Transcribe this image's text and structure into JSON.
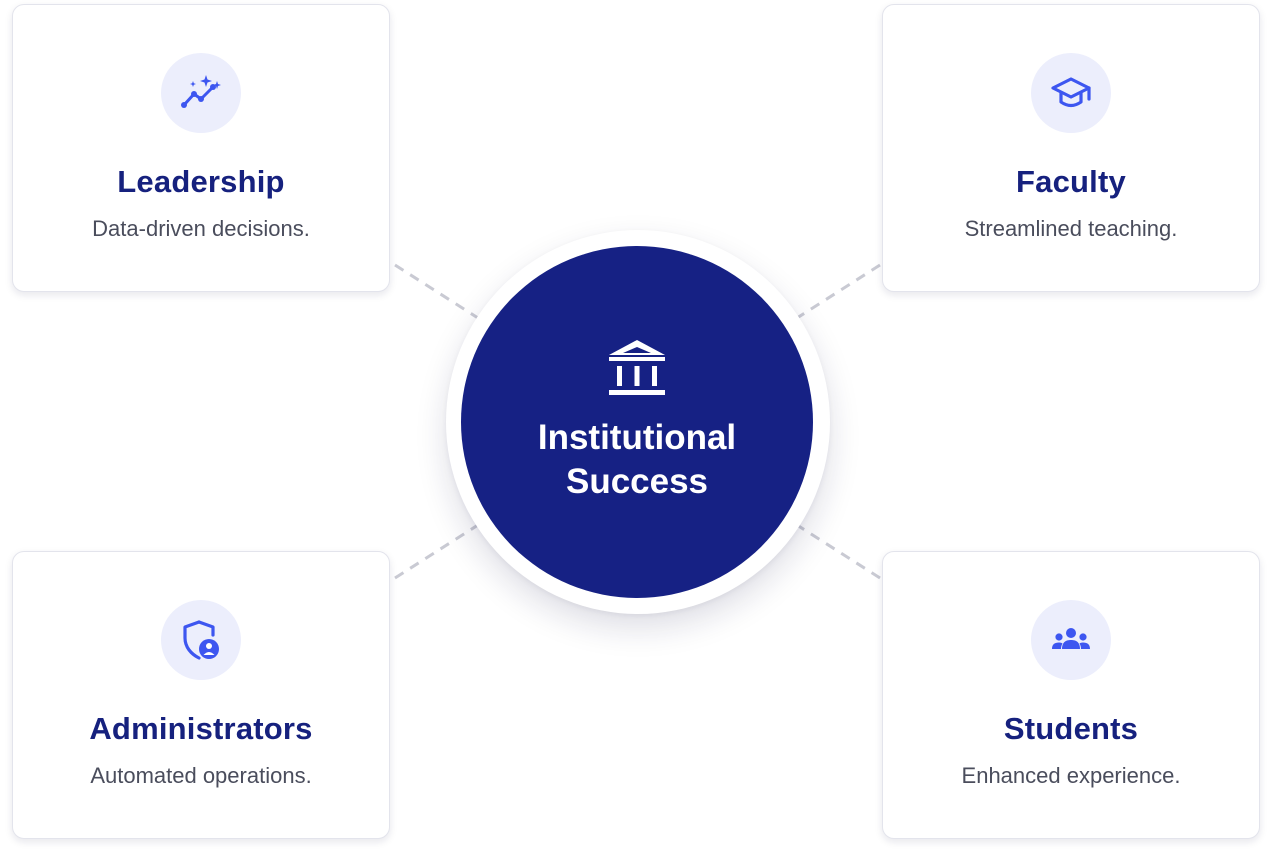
{
  "hub": {
    "title_line1": "Institutional",
    "title_line2": "Success",
    "icon": "institution-icon"
  },
  "cards": [
    {
      "id": "leadership",
      "title": "Leadership",
      "description": "Data-driven decisions.",
      "icon": "sparkle-trend-icon"
    },
    {
      "id": "faculty",
      "title": "Faculty",
      "description": "Streamlined teaching.",
      "icon": "graduation-cap-icon"
    },
    {
      "id": "administrators",
      "title": "Administrators",
      "description": "Automated operations.",
      "icon": "shield-user-icon"
    },
    {
      "id": "students",
      "title": "Students",
      "description": "Enhanced experience.",
      "icon": "group-icon"
    }
  ],
  "colors": {
    "primary": "#162184",
    "accent": "#3d56f0",
    "icon_background": "#eceefc",
    "connector": "#c9cad3",
    "body_text": "#4a4d5c"
  }
}
